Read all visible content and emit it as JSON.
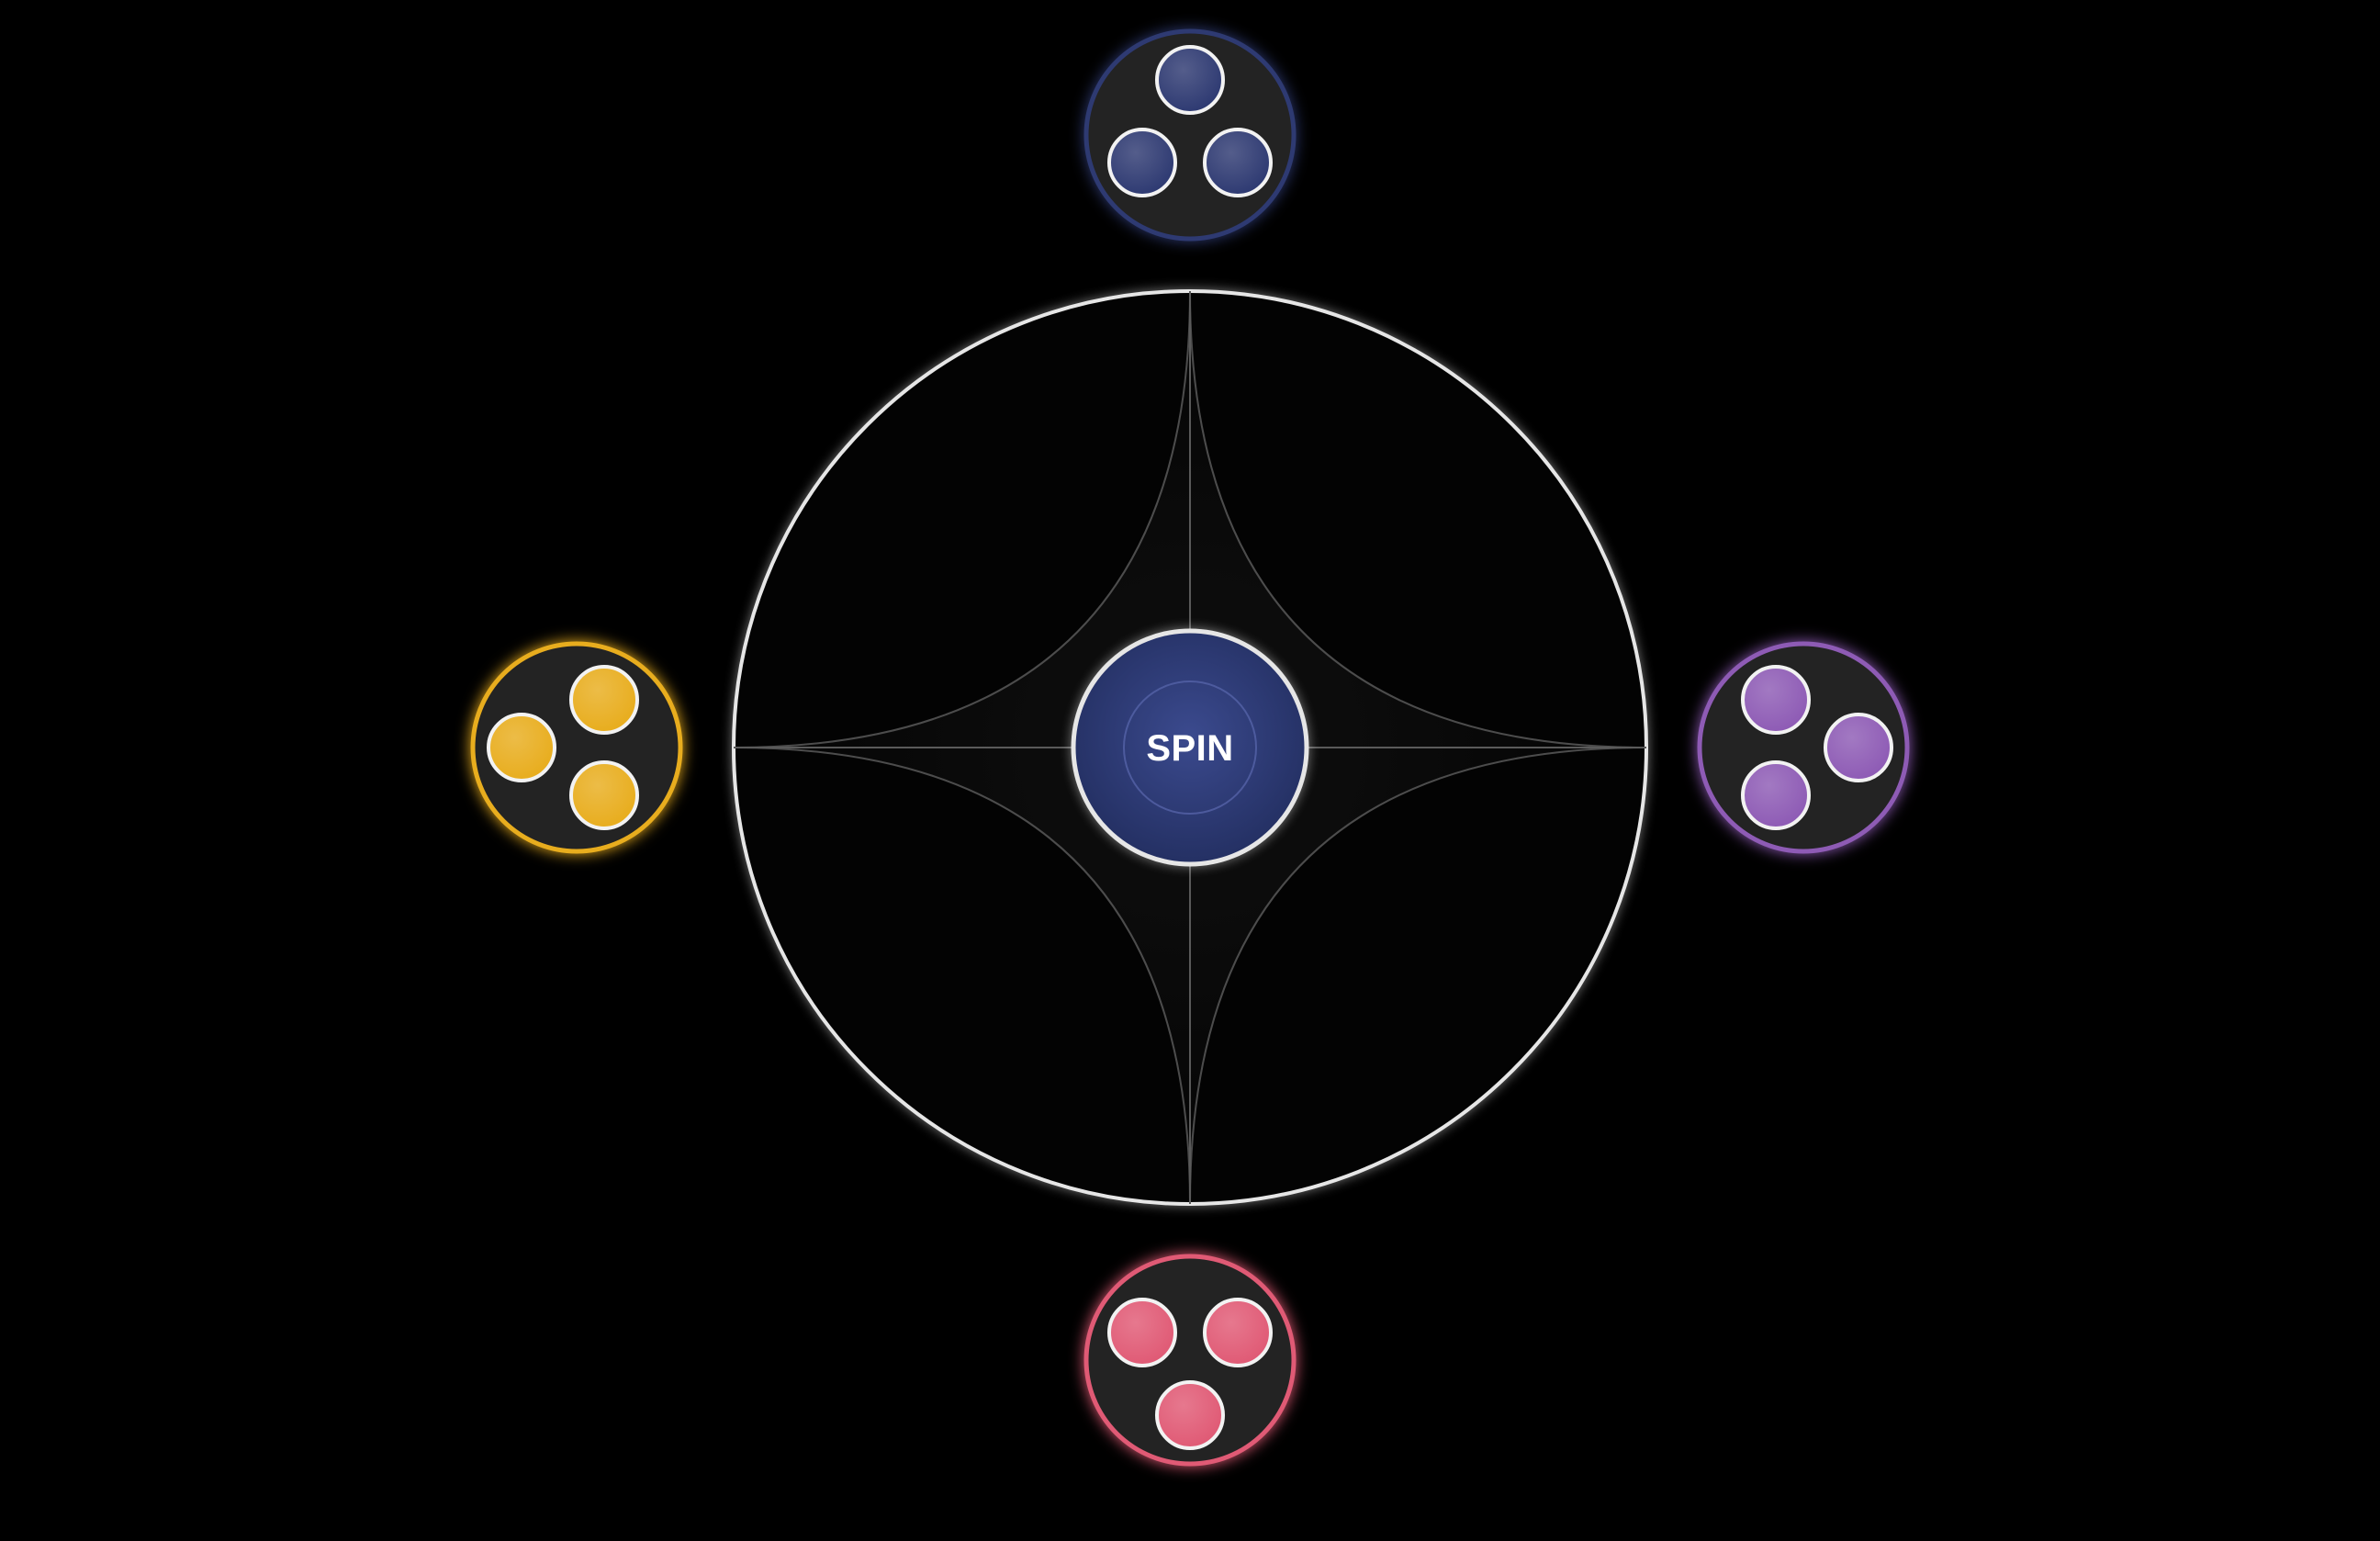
{
  "spin_button": {
    "label": "SPIN",
    "color": "#2e3a72"
  },
  "board": {
    "ring_color": "#e6e6e6",
    "guide_color": "#555555"
  },
  "players": [
    {
      "id": "top",
      "position": "top",
      "color": "#2e3a72",
      "pieces": 3
    },
    {
      "id": "right",
      "position": "right",
      "color": "#8e5bb5",
      "pieces": 3
    },
    {
      "id": "bottom",
      "position": "bottom",
      "color": "#e05a75",
      "pieces": 3
    },
    {
      "id": "left",
      "position": "left",
      "color": "#e8ad1e",
      "pieces": 3
    }
  ]
}
